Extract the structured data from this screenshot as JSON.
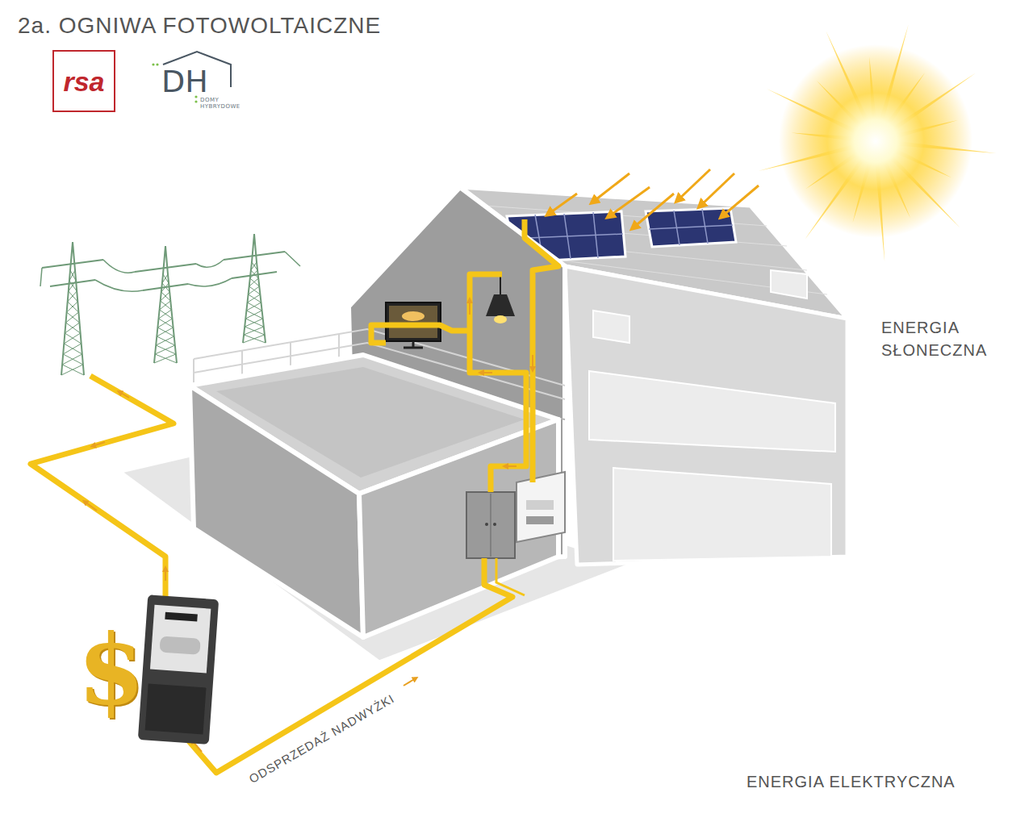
{
  "diagram": {
    "title": "2a. OGNIWA FOTOWOLTAICZNE",
    "nodes": [
      {
        "text": [
          "rsa"
        ]
      },
      {
        "text": [
          "DH",
          "DOMY HYBRYDOWE"
        ]
      }
    ],
    "labels": [
      "ENERGIA SŁONECZNA",
      "ODSPRZEDAŻ NADWYŻKI",
      "ENERGIA ELEKTRYCZNA",
      "$"
    ]
  }
}
